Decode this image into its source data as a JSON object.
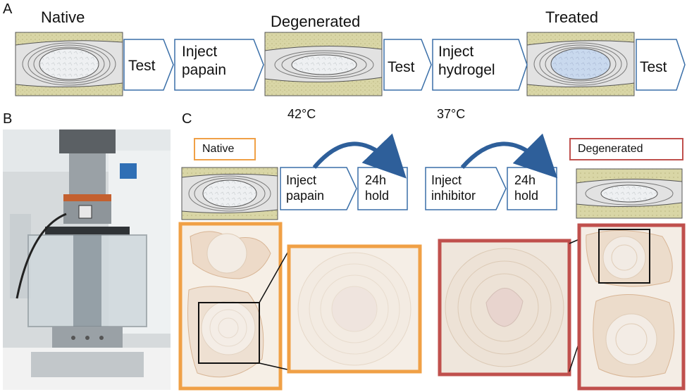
{
  "panels": {
    "a": {
      "letter": "A",
      "stages": [
        "Native",
        "Degenerated",
        "Treated"
      ],
      "steps": [
        "Test",
        "Inject papain",
        "Test",
        "Inject hydrogel",
        "Test"
      ]
    },
    "b": {
      "letter": "B"
    },
    "c": {
      "letter": "C",
      "temps": [
        "42°C",
        "37°C"
      ],
      "native_label": "Native",
      "degenerated_label": "Degenerated",
      "steps": [
        "Inject papain",
        "24h hold",
        "Inject inhibitor",
        "24h hold"
      ]
    }
  },
  "colors": {
    "arrow_outline": "#3a6fa8",
    "curved_arrow": "#2e5f9a",
    "native_frame": "#f0a046",
    "degenerated_frame": "#c0504d",
    "bone": "#d9d6a6",
    "hydrogel": "#c9d9ee"
  }
}
